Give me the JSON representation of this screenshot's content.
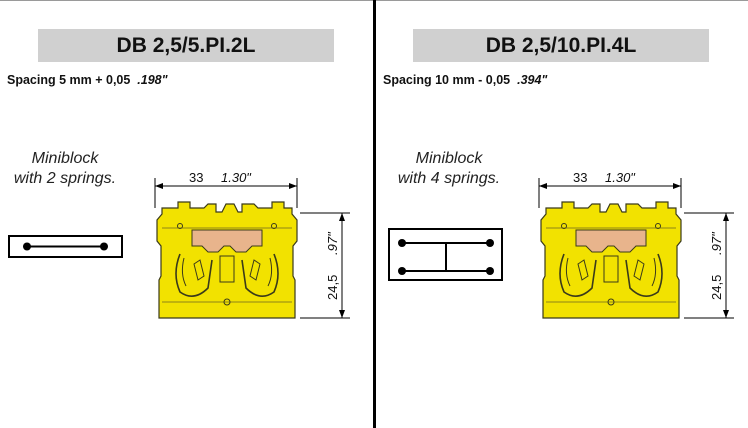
{
  "left": {
    "title": "DB 2,5/5.PI.2L",
    "spacing_text": "Spacing 5 mm + 0,05",
    "spacing_inch": ".198\"",
    "caption_line1": "Miniblock",
    "caption_line2": "with 2 springs.",
    "width_mm": "33",
    "width_inch": "1.30\"",
    "height_mm": "24,5",
    "height_inch": ".97\""
  },
  "right": {
    "title": "DB 2,5/10.PI.4L",
    "spacing_text": "Spacing 10 mm - 0,05",
    "spacing_inch": ".394\"",
    "caption_line1": "Miniblock",
    "caption_line2": "with 4 springs.",
    "width_mm": "33",
    "width_inch": "1.30\"",
    "height_mm": "24,5",
    "height_inch": ".97\""
  },
  "colors": {
    "terminal_body": "#f2e200",
    "terminal_outline": "#3a3a1a",
    "bridge": "#e8b48c",
    "title_bg": "#d0d0d0",
    "divider": "#000000"
  }
}
